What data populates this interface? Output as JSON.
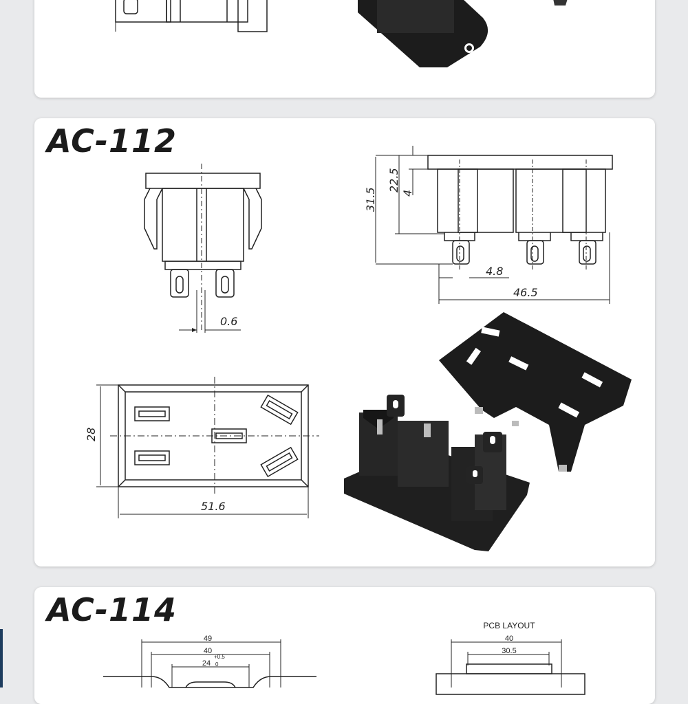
{
  "sections": [
    {
      "id": "top",
      "title": ""
    },
    {
      "id": "mid",
      "title": "AC-112"
    },
    {
      "id": "bot",
      "title": "AC-114"
    }
  ],
  "ac112": {
    "dims_side": {
      "d31_5": "31.5",
      "d22_5": "22.5",
      "d4": "4",
      "d4_8": "4.8",
      "d46_5": "46.5"
    },
    "dims_front": {
      "d0_6": "0.6"
    },
    "dims_bottom": {
      "d28": "28",
      "d51_6": "51.6"
    }
  },
  "ac114": {
    "left_dims": {
      "d49": "49",
      "d40": "40",
      "d24": "24",
      "tol_top": "+0.5",
      "tol_bot": "0"
    },
    "pcb": {
      "label": "PCB LAYOUT",
      "d40": "40",
      "d30_5": "30.5"
    }
  },
  "colors": {
    "line": "#222222",
    "part": "#1c1c1c",
    "background": "#e9eaec",
    "card": "#ffffff"
  }
}
